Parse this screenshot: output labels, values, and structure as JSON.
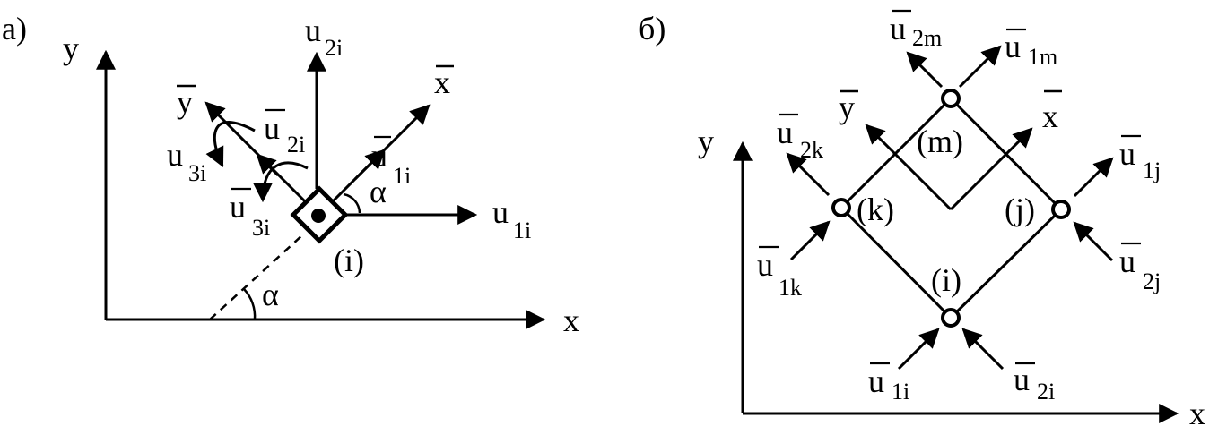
{
  "panel_a": {
    "tag": "а)",
    "axis_y": "y",
    "axis_x": "x",
    "local_x": "x",
    "local_y": "y",
    "u2i": {
      "base": "u",
      "sub": "2i"
    },
    "u1i": {
      "base": "u",
      "sub": "1i"
    },
    "u3i": {
      "base": "u",
      "sub": "3i"
    },
    "ubar2i": {
      "base": "u",
      "sub": "2i"
    },
    "ubar1i": {
      "base": "u",
      "sub": "1i"
    },
    "ubar3i": {
      "base": "u",
      "sub": "3i"
    },
    "alpha_local": "α",
    "alpha_global": "α",
    "node": "(i)"
  },
  "panel_b": {
    "tag": "б)",
    "axis_y": "y",
    "axis_x": "x",
    "local_x": "x",
    "local_y": "y",
    "node_m": "(m)",
    "node_k": "(k)",
    "node_j": "(j)",
    "node_i": "(i)",
    "ubar2m": {
      "base": "u",
      "sub": "2m"
    },
    "ubar1m": {
      "base": "u",
      "sub": "1m"
    },
    "ubar2k": {
      "base": "u",
      "sub": "2k"
    },
    "ubar1k": {
      "base": "u",
      "sub": "1k"
    },
    "ubar1j": {
      "base": "u",
      "sub": "1j"
    },
    "ubar2j": {
      "base": "u",
      "sub": "2j"
    },
    "ubar1i": {
      "base": "u",
      "sub": "1i"
    },
    "ubar2i": {
      "base": "u",
      "sub": "2i"
    }
  }
}
